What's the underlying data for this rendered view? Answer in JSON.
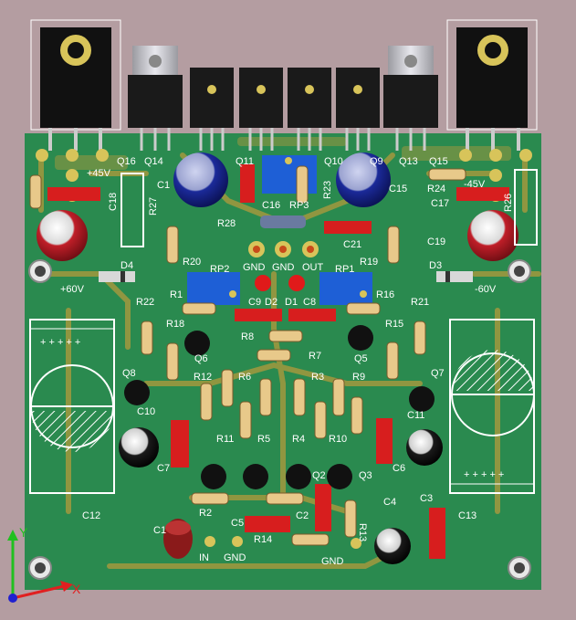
{
  "colors": {
    "background": "#b49da1",
    "board": "#2a8a4f",
    "trace": "#b39a3c",
    "pad": "#d8c45a",
    "silk": "#ffffff",
    "resistor": "#e8c98a",
    "capacitor_red": "#d71e1e",
    "capacitor_blue": "#1b2a9a",
    "electrolytic_red": "#c01e28",
    "trimmer_blue": "#1e5fd6",
    "transistor": "#111111",
    "to220_body": "#1a1a1a",
    "to220_tab": "#c9c9cf",
    "axis_x": "#e02020",
    "axis_y": "#20c020",
    "axis_origin": "#2020d0"
  },
  "labels": {
    "q16": "Q16",
    "q14": "Q14",
    "q11": "Q11",
    "q10": "Q10",
    "q9": "Q9",
    "q13": "Q13",
    "q15": "Q15",
    "plus45v": "+45V",
    "minus45v": "-45V",
    "plus60v": "+60V",
    "minus60v": "-60V",
    "c1": "C1",
    "c18": "C18",
    "r27": "R27",
    "c16": "C16",
    "rp3": "RP3",
    "r23": "R23",
    "c15": "C15",
    "r24": "R24",
    "c17": "C17",
    "r26": "R26",
    "r28": "R28",
    "c21": "C21",
    "c19": "C19",
    "d4": "D4",
    "d3": "D3",
    "gnd1": "GND",
    "gnd2": "GND",
    "out": "OUT",
    "r20": "R20",
    "r19": "R19",
    "rp2": "RP2",
    "rp1": "RP1",
    "r1": "R1",
    "c9": "C9",
    "d2": "D2",
    "d1": "D1",
    "c8": "C8",
    "r16": "R16",
    "r22": "R22",
    "r21": "R21",
    "r18": "R18",
    "r15": "R15",
    "q6": "Q6",
    "r8": "R8",
    "q5": "Q5",
    "r7": "R7",
    "q8": "Q8",
    "q7": "Q7",
    "r12": "R12",
    "r6": "R6",
    "r3": "R3",
    "r9": "R9",
    "c10": "C10",
    "c11": "C11",
    "r11": "R11",
    "r5": "R5",
    "r4": "R4",
    "r10": "R10",
    "c7": "C7",
    "c6": "C6",
    "q2": "Q2",
    "q3": "Q3",
    "r2": "R2",
    "c4": "C4",
    "c3": "C3",
    "c12": "C12",
    "c13": "C13",
    "c5": "C5",
    "c2": "C2",
    "r13": "R13",
    "r14": "R14",
    "in": "IN",
    "gnd3": "GND",
    "gnd4": "GND",
    "axis_x": "X",
    "axis_y": "Y",
    "plus_marks": "+ + + + +"
  }
}
